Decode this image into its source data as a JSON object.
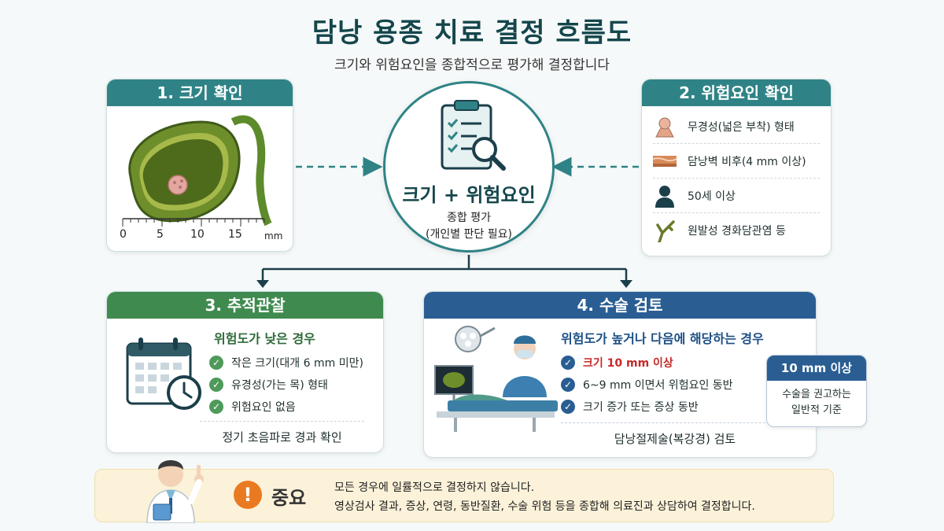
{
  "header": {
    "title": "담낭 용종 치료 결정 흐름도",
    "subtitle": "크기와 위험요인을 종합적으로 평가해 결정합니다"
  },
  "step1": {
    "title": "1. 크기 확인",
    "ruler_ticks": [
      "0",
      "5",
      "10",
      "15"
    ],
    "ruler_unit": "mm"
  },
  "step2": {
    "title": "2. 위험요인 확인",
    "items": [
      {
        "label": "무경성(넓은 부착) 형태",
        "icon": "sessile-polyp-icon"
      },
      {
        "label": "담낭벽 비후(4 mm 이상)",
        "icon": "wall-thickening-icon"
      },
      {
        "label": "50세 이상",
        "icon": "person-icon"
      },
      {
        "label": "원발성 경화담관염 등",
        "icon": "bile-duct-icon"
      }
    ]
  },
  "center": {
    "main": "크기 + 위험요인",
    "sub1": "종합 평가",
    "sub2": "(개인별 판단 필요)"
  },
  "step3": {
    "title": "3. 추적관찰",
    "condition": "위험도가 낮은 경우",
    "items": [
      "작은 크기(대개 6 mm 미만)",
      "유경성(가는 목) 형태",
      "위험요인 없음"
    ],
    "footer": "정기 초음파로 경과 확인"
  },
  "step4": {
    "title": "4. 수술 검토",
    "condition": "위험도가 높거나 다음에 해당하는 경우",
    "items": [
      "크기 10 mm 이상",
      "6~9 mm 이면서 위험요인 동반",
      "크기 증가 또는 증상 동반"
    ],
    "footer": "담낭절제술(복강경) 검토"
  },
  "sidebox": {
    "title": "10 mm 이상",
    "line1": "수술을 권고하는",
    "line2": "일반적 기준"
  },
  "notice": {
    "icon_text": "!",
    "label": "중요",
    "line1": "모든 경우에 일률적으로 결정하지 않습니다.",
    "line2": "영상검사 결과, 증상, 연령, 동반질환, 수술 위험 등을 종합해 의료진과 상담하여 결정합니다."
  },
  "colors": {
    "teal": "#2f8386",
    "green": "#3f8a4f",
    "blue": "#2a5e93",
    "warning": "#ea7a22",
    "highlight": "#c62828"
  }
}
